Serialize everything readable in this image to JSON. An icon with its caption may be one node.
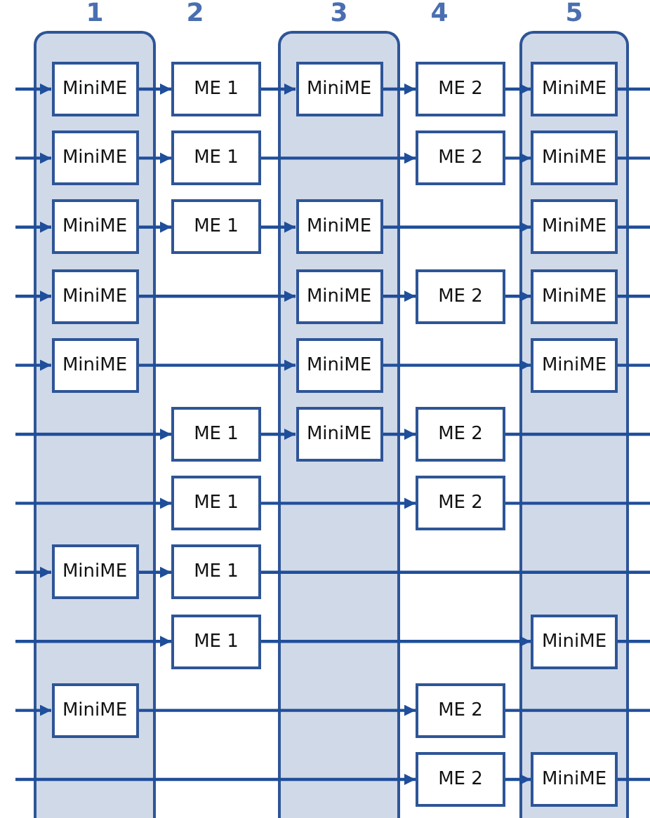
{
  "diagram": {
    "nodes": [
      {
        "text": [
          "1"
        ]
      },
      {
        "text": [
          "3"
        ]
      },
      {
        "text": [
          "5"
        ]
      },
      {
        "text": [
          "MiniME"
        ],
        "in": 0
      },
      {
        "text": [
          "ME 1"
        ]
      },
      {
        "text": [
          "MiniME"
        ],
        "in": 1
      },
      {
        "text": [
          "ME 2"
        ]
      },
      {
        "text": [
          "MiniME"
        ],
        "in": 2
      },
      {
        "text": [
          "MiniME"
        ],
        "in": 0
      },
      {
        "text": [
          "ME 1"
        ]
      },
      {
        "text": [
          "ME 2"
        ]
      },
      {
        "text": [
          "MiniME"
        ],
        "in": 2
      },
      {
        "text": [
          "MiniME"
        ],
        "in": 0
      },
      {
        "text": [
          "ME 1"
        ]
      },
      {
        "text": [
          "MiniME"
        ],
        "in": 1
      },
      {
        "text": [
          "MiniME"
        ],
        "in": 2
      },
      {
        "text": [
          "MiniME"
        ],
        "in": 0
      },
      {
        "text": [
          "MiniME"
        ],
        "in": 1
      },
      {
        "text": [
          "ME 2"
        ]
      },
      {
        "text": [
          "MiniME"
        ],
        "in": 2
      },
      {
        "text": [
          "MiniME"
        ],
        "in": 0
      },
      {
        "text": [
          "MiniME"
        ],
        "in": 1
      },
      {
        "text": [
          "MiniME"
        ],
        "in": 2
      },
      {
        "text": [
          "ME 1"
        ]
      },
      {
        "text": [
          "MiniME"
        ],
        "in": 1
      },
      {
        "text": [
          "ME 2"
        ]
      },
      {
        "text": [
          "ME 1"
        ]
      },
      {
        "text": [
          "ME 2"
        ]
      },
      {
        "text": [
          "MiniME"
        ],
        "in": 0
      },
      {
        "text": [
          "ME 1"
        ]
      },
      {
        "text": [
          "ME 1"
        ]
      },
      {
        "text": [
          "MiniME"
        ],
        "in": 2
      },
      {
        "text": [
          "MiniME"
        ],
        "in": 0
      },
      {
        "text": [
          "ME 2"
        ]
      },
      {
        "text": [
          "ME 2"
        ]
      },
      {
        "text": [
          "MiniME"
        ],
        "in": 2
      }
    ],
    "edges": [
      {
        "from": null,
        "to": 3,
        "arrow": "to"
      },
      {
        "from": 3,
        "to": 4,
        "arrow": "to"
      },
      {
        "from": 4,
        "to": 5,
        "arrow": "to"
      },
      {
        "from": 5,
        "to": 6,
        "arrow": "to"
      },
      {
        "from": 6,
        "to": 7,
        "arrow": "to"
      },
      {
        "from": 7,
        "to": null,
        "arrow": "none"
      },
      {
        "from": null,
        "to": 8,
        "arrow": "to"
      },
      {
        "from": 8,
        "to": 9,
        "arrow": "to"
      },
      {
        "from": 9,
        "to": 10,
        "arrow": "to"
      },
      {
        "from": 10,
        "to": 11,
        "arrow": "to"
      },
      {
        "from": 11,
        "to": null,
        "arrow": "none"
      },
      {
        "from": null,
        "to": 12,
        "arrow": "to"
      },
      {
        "from": 12,
        "to": 13,
        "arrow": "to"
      },
      {
        "from": 13,
        "to": 14,
        "arrow": "to"
      },
      {
        "from": 14,
        "to": 15,
        "arrow": "to"
      },
      {
        "from": 15,
        "to": null,
        "arrow": "none"
      },
      {
        "from": null,
        "to": 16,
        "arrow": "to"
      },
      {
        "from": 16,
        "to": 17,
        "arrow": "to"
      },
      {
        "from": 17,
        "to": 18,
        "arrow": "to"
      },
      {
        "from": 18,
        "to": 19,
        "arrow": "to"
      },
      {
        "from": 19,
        "to": null,
        "arrow": "none"
      },
      {
        "from": null,
        "to": 20,
        "arrow": "to"
      },
      {
        "from": 20,
        "to": 21,
        "arrow": "to"
      },
      {
        "from": 21,
        "to": 22,
        "arrow": "to"
      },
      {
        "from": 22,
        "to": null,
        "arrow": "none"
      },
      {
        "from": null,
        "to": 23,
        "arrow": "to"
      },
      {
        "from": 23,
        "to": 24,
        "arrow": "to"
      },
      {
        "from": 24,
        "to": 25,
        "arrow": "to"
      },
      {
        "from": 25,
        "to": null,
        "arrow": "none"
      },
      {
        "from": null,
        "to": 26,
        "arrow": "to"
      },
      {
        "from": 26,
        "to": 27,
        "arrow": "to"
      },
      {
        "from": 27,
        "to": null,
        "arrow": "none"
      },
      {
        "from": null,
        "to": 28,
        "arrow": "to"
      },
      {
        "from": 28,
        "to": 29,
        "arrow": "to"
      },
      {
        "from": 29,
        "to": null,
        "arrow": "none"
      },
      {
        "from": null,
        "to": 30,
        "arrow": "to"
      },
      {
        "from": 30,
        "to": 31,
        "arrow": "to"
      },
      {
        "from": 31,
        "to": null,
        "arrow": "none"
      },
      {
        "from": null,
        "to": 32,
        "arrow": "to"
      },
      {
        "from": 32,
        "to": 33,
        "arrow": "to"
      },
      {
        "from": 33,
        "to": null,
        "arrow": "none"
      },
      {
        "from": null,
        "to": 34,
        "arrow": "to"
      },
      {
        "from": 34,
        "to": 35,
        "arrow": "to"
      },
      {
        "from": 35,
        "to": null,
        "arrow": "none"
      }
    ],
    "labels": [
      "2",
      "4"
    ]
  }
}
